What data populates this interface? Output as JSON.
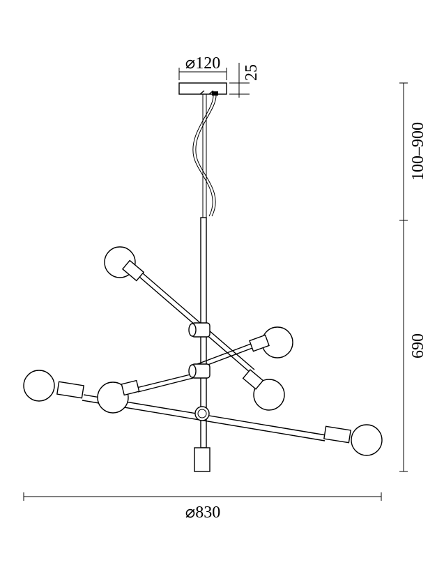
{
  "dimensions": {
    "canopy_diameter": "⌀120",
    "canopy_height": "25",
    "cable_length": "100–900",
    "body_height": "690",
    "total_diameter": "⌀830"
  }
}
